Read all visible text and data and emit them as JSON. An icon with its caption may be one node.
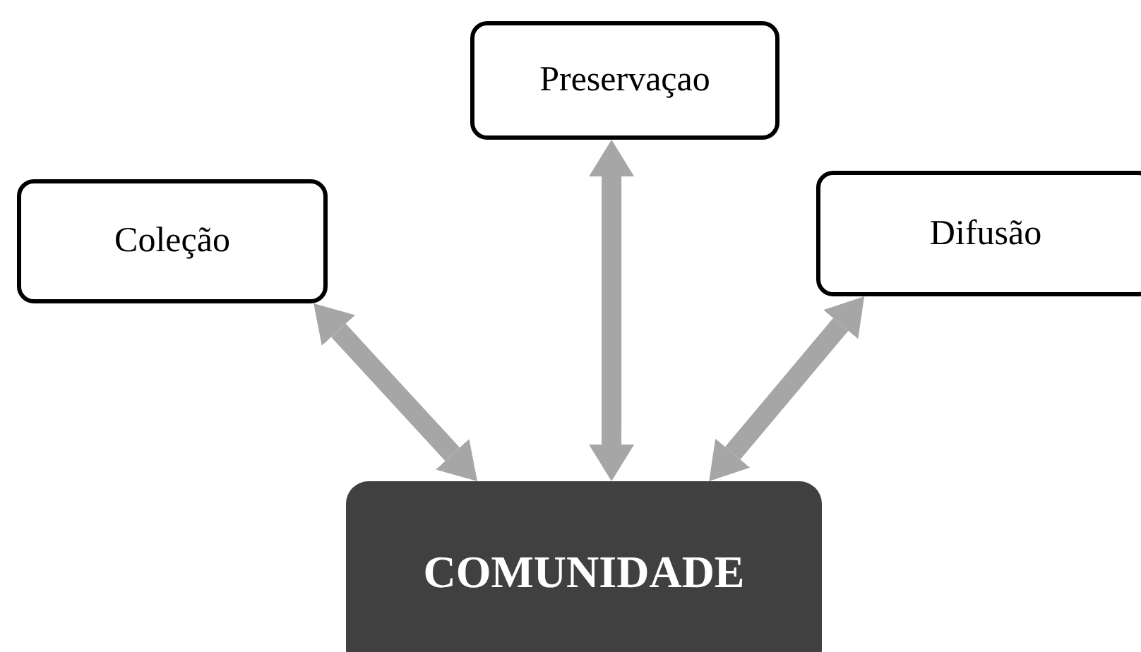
{
  "diagram": {
    "nodes": [
      {
        "text": [
          "Coleção"
        ]
      },
      {
        "text": [
          "Preservaçao"
        ]
      },
      {
        "text": [
          "Difusão"
        ]
      },
      {
        "text": [
          "COMUNIDADE"
        ]
      }
    ],
    "edges": [
      {
        "from": 3,
        "to": 0,
        "arrow": "both"
      },
      {
        "from": 3,
        "to": 1,
        "arrow": "both"
      },
      {
        "from": 3,
        "to": 2,
        "arrow": "both"
      }
    ]
  }
}
